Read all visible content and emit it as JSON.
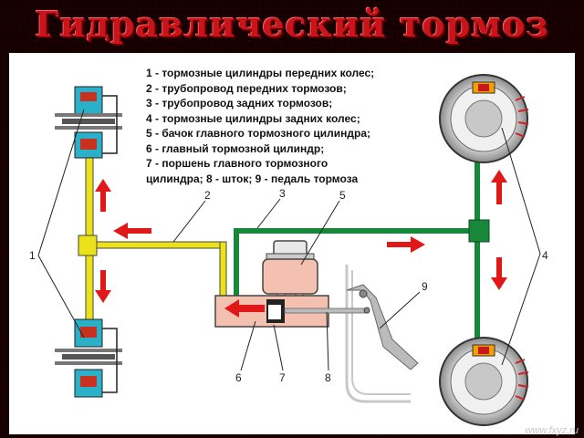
{
  "title": "Гидравлический тормоз",
  "legend": [
    "1 - тормозные цилиндры передних колес;",
    "2 - трубопровод передних тормозов;",
    "3 - трубопровод задних тормозов;",
    "4 - тормозные цилиндры задних колес;",
    "5 - бачок главного тормозного цилиндра;",
    "6 - главный тормозной цилиндр;",
    "7 - поршень главного тормозного",
    "цилиндра; 8 - шток; 9 - педаль тормоза"
  ],
  "callouts": {
    "c1": "1",
    "c2": "2",
    "c3": "3",
    "c4": "4",
    "c5": "5",
    "c6": "6",
    "c7": "7",
    "c8": "8",
    "c9": "9"
  },
  "watermark": "www.fxyz.ru",
  "colors": {
    "front_line": "#ebe317",
    "rear_line": "#17883a",
    "cylinder": "#f4c0b0",
    "arrow": "#e01818",
    "title": "#c8141a"
  }
}
